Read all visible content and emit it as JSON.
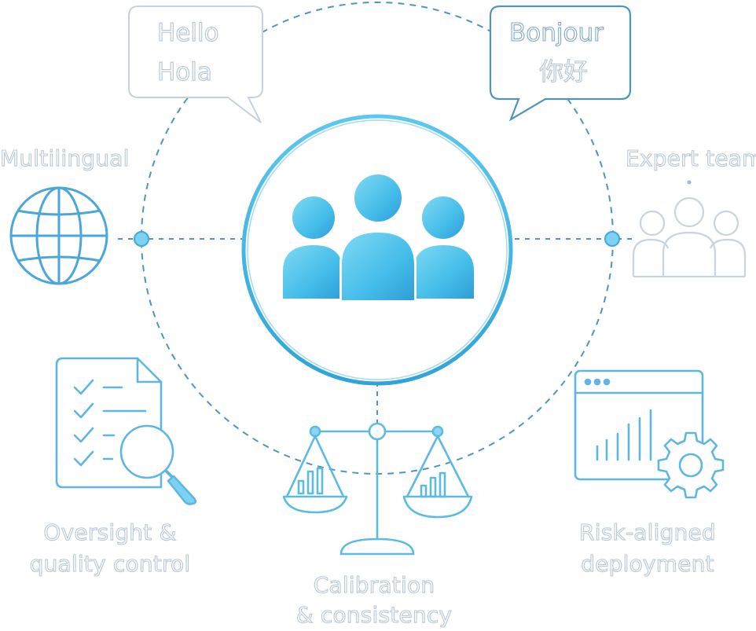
{
  "bubbles": {
    "left": {
      "line1": "Hello",
      "line2": "Hola"
    },
    "right": {
      "line1": "Bonjour",
      "line2": "你好"
    }
  },
  "labels": {
    "multilingual": "Multilingual",
    "expert_team": "Expert team",
    "oversight_line1": "Oversight &",
    "oversight_line2": "quality control",
    "calibration_line1": "Calibration",
    "calibration_line2": "& consistency",
    "risk_line1": "Risk-aligned",
    "risk_line2": "deployment"
  },
  "colors": {
    "accent": "#3fb2e0",
    "accent_dark": "#2f9ed6",
    "accent_light": "#6fd0f2",
    "outline_gray": "#c9d4de",
    "dash": "#4e96c0"
  },
  "icons": {
    "center": "people-group-icon",
    "multilingual": "globe-icon",
    "expert_team": "team-outline-icon",
    "oversight": "checklist-magnifier-icon",
    "calibration": "balance-scale-icon",
    "risk": "dashboard-gear-icon"
  }
}
